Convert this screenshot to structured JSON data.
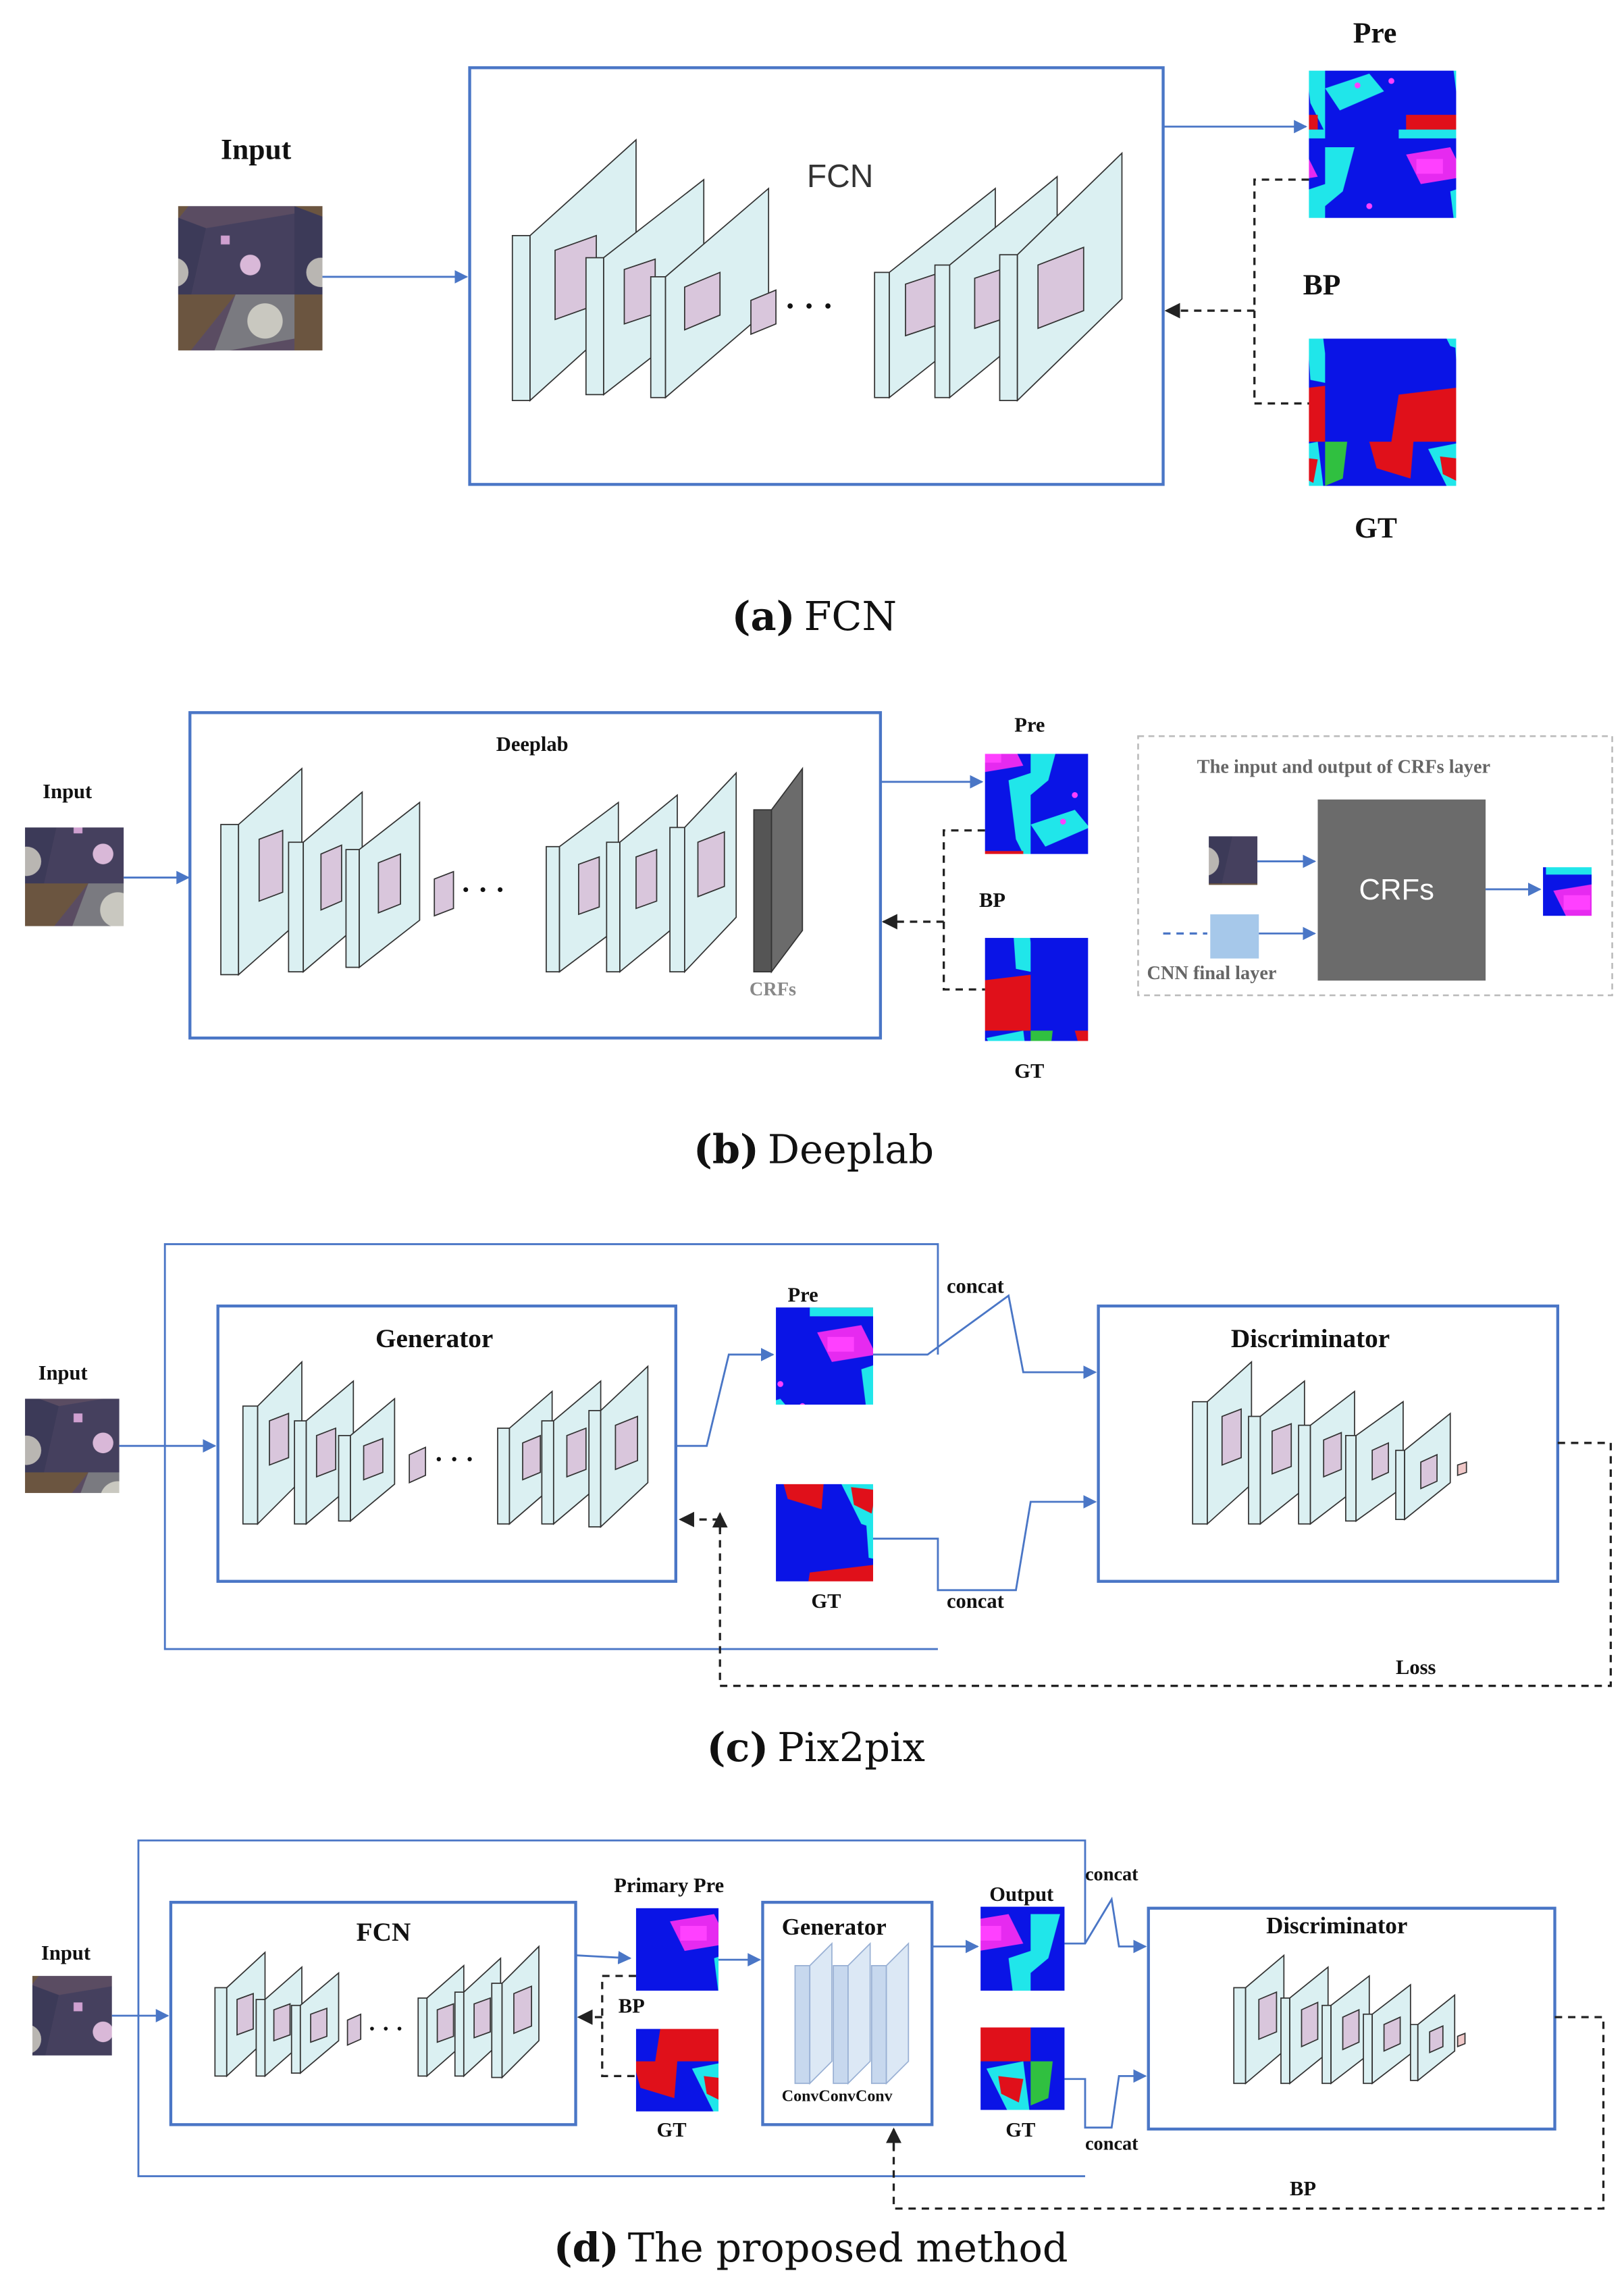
{
  "panel_a": {
    "caption_letter": "(a)",
    "caption_text": "FCN",
    "input_label": "Input",
    "network_label": "FCN",
    "pred_label": "Pre",
    "bp_label": "BP",
    "gt_label": "GT",
    "ellipsis": "· · ·"
  },
  "panel_b": {
    "caption_letter": "(b)",
    "caption_text": "Deeplab",
    "input_label": "Input",
    "network_label": "Deeplab",
    "crf_label": "CRFs",
    "pred_label": "Pre",
    "bp_label": "BP",
    "gt_label": "GT",
    "ellipsis": "· · ·",
    "inset_title": "The input and output of CRFs layer",
    "inset_block_label": "CRFs",
    "inset_cnn_label": "CNN final layer"
  },
  "panel_c": {
    "caption_letter": "(c)",
    "caption_text": "Pix2pix",
    "input_label": "Input",
    "generator_label": "Generator",
    "discriminator_label": "Discriminator",
    "pred_label": "Pre",
    "gt_label": "GT",
    "concat_top": "concat",
    "concat_bottom": "concat",
    "loss_label": "Loss",
    "ellipsis": "· · ·"
  },
  "panel_d": {
    "caption_letter": "(d)",
    "caption_text": "The proposed method",
    "input_label": "Input",
    "fcn_label": "FCN",
    "primary_pre_label": "Primary Pre",
    "bp_inner_label": "BP",
    "gt_inner_label": "GT",
    "generator_label": "Generator",
    "conv_labels": "ConvConvConv",
    "output_label": "Output",
    "gt_label": "GT",
    "discriminator_label": "Discriminator",
    "concat_top": "concat",
    "concat_bottom": "concat",
    "bp_label": "BP",
    "ellipsis": "· · ·"
  },
  "colors": {
    "accent_blue": "#4a76c6",
    "seg_blue": "#0a14e6",
    "seg_cyan": "#20e6ea",
    "seg_red": "#e0101a",
    "seg_green": "#30c040",
    "crf_gray": "#6b6b6b"
  }
}
